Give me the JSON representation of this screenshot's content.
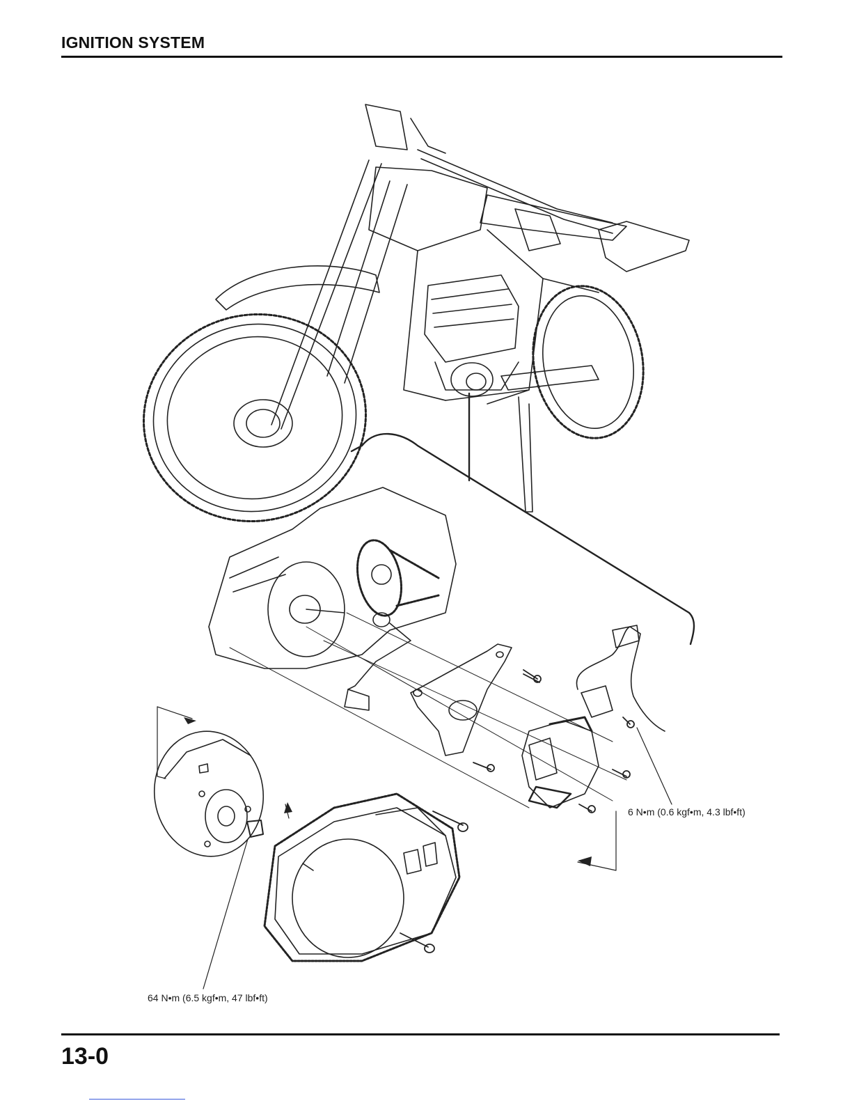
{
  "header": {
    "section_title": "IGNITION SYSTEM"
  },
  "labels": {
    "stator_torque": "6 N•m (0.6 kgf•m, 4.3 lbf•ft)",
    "flywheel_torque": "64 N•m (6.5 kgf•m, 47 lbf•ft)"
  },
  "footer": {
    "page_number": "13-0"
  }
}
